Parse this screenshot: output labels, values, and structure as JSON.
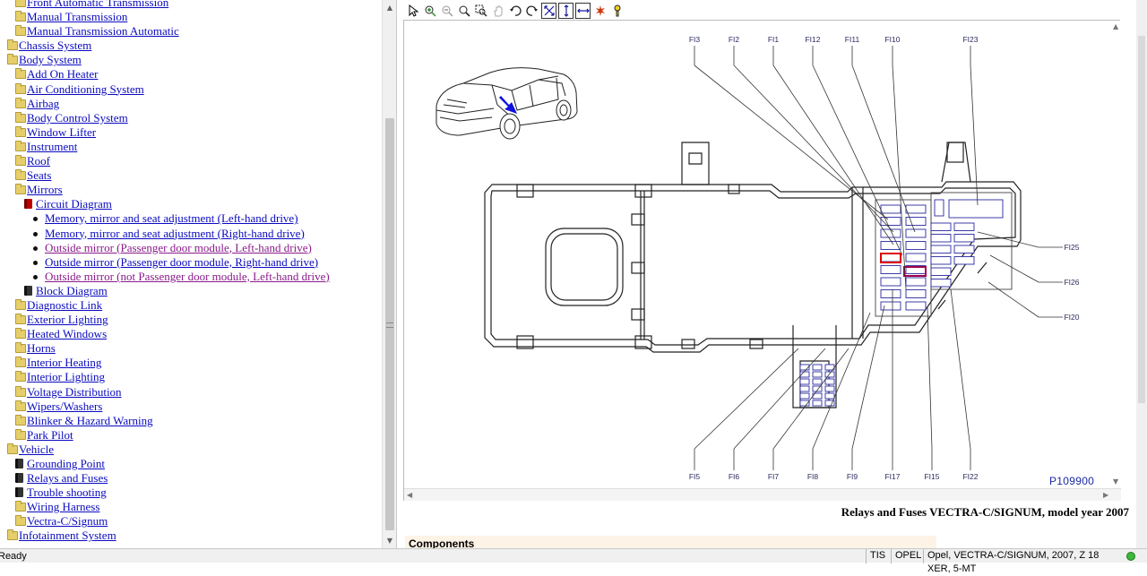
{
  "tree": {
    "items": [
      {
        "label": "Front Automatic Transmission",
        "indent": 2,
        "icon": "folder-icon",
        "visited": false
      },
      {
        "label": "Manual Transmission",
        "indent": 2,
        "icon": "folder-icon",
        "visited": false
      },
      {
        "label": "Manual Transmission Automatic",
        "indent": 2,
        "icon": "folder-icon",
        "visited": false
      },
      {
        "label": "Chassis System",
        "indent": 1,
        "icon": "folder-icon",
        "visited": false
      },
      {
        "label": "Body System",
        "indent": 1,
        "icon": "folder-open-icon",
        "visited": false
      },
      {
        "label": "Add On Heater",
        "indent": 2,
        "icon": "folder-icon",
        "visited": false
      },
      {
        "label": "Air Conditioning System",
        "indent": 2,
        "icon": "folder-icon",
        "visited": false
      },
      {
        "label": "Airbag",
        "indent": 2,
        "icon": "folder-icon",
        "visited": false
      },
      {
        "label": "Body Control System",
        "indent": 2,
        "icon": "folder-icon",
        "visited": false
      },
      {
        "label": "Window Lifter",
        "indent": 2,
        "icon": "folder-icon",
        "visited": false
      },
      {
        "label": "Instrument",
        "indent": 2,
        "icon": "folder-icon",
        "visited": false
      },
      {
        "label": "Roof",
        "indent": 2,
        "icon": "folder-icon",
        "visited": false
      },
      {
        "label": "Seats",
        "indent": 2,
        "icon": "folder-icon",
        "visited": false
      },
      {
        "label": "Mirrors",
        "indent": 2,
        "icon": "folder-open-icon",
        "visited": false
      },
      {
        "label": "Circuit Diagram",
        "indent": 3,
        "icon": "book-open-icon",
        "visited": false
      },
      {
        "label": "Memory, mirror and seat adjustment (Left-hand drive)",
        "indent": 4,
        "icon": "bullet-icon",
        "visited": false
      },
      {
        "label": "Memory, mirror and seat adjustment (Right-hand drive)",
        "indent": 4,
        "icon": "bullet-icon",
        "visited": false
      },
      {
        "label": "Outside mirror (Passenger door module, Left-hand drive)",
        "indent": 4,
        "icon": "bullet-icon",
        "visited": true
      },
      {
        "label": "Outside mirror (Passenger door module, Right-hand drive)",
        "indent": 4,
        "icon": "bullet-icon",
        "visited": false
      },
      {
        "label": "Outside mirror (not Passenger door module, Left-hand drive)",
        "indent": 4,
        "icon": "bullet-icon",
        "visited": true
      },
      {
        "label": "Block Diagram",
        "indent": 3,
        "icon": "book-icon",
        "visited": false
      },
      {
        "label": "Diagnostic Link",
        "indent": 2,
        "icon": "folder-icon",
        "visited": false
      },
      {
        "label": "Exterior Lighting",
        "indent": 2,
        "icon": "folder-icon",
        "visited": false
      },
      {
        "label": "Heated Windows",
        "indent": 2,
        "icon": "folder-icon",
        "visited": false
      },
      {
        "label": "Horns",
        "indent": 2,
        "icon": "folder-icon",
        "visited": false
      },
      {
        "label": "Interior Heating",
        "indent": 2,
        "icon": "folder-icon",
        "visited": false
      },
      {
        "label": "Interior Lighting",
        "indent": 2,
        "icon": "folder-icon",
        "visited": false
      },
      {
        "label": "Voltage Distribution",
        "indent": 2,
        "icon": "folder-icon",
        "visited": false
      },
      {
        "label": "Wipers/Washers",
        "indent": 2,
        "icon": "folder-icon",
        "visited": false
      },
      {
        "label": "Blinker & Hazard Warning",
        "indent": 2,
        "icon": "folder-icon",
        "visited": false
      },
      {
        "label": "Park Pilot",
        "indent": 2,
        "icon": "folder-icon",
        "visited": false
      },
      {
        "label": "Vehicle",
        "indent": 1,
        "icon": "folder-open-icon",
        "visited": false
      },
      {
        "label": "Grounding Point",
        "indent": 2,
        "icon": "book-icon",
        "visited": false
      },
      {
        "label": "Relays and Fuses",
        "indent": 2,
        "icon": "book-icon",
        "visited": false
      },
      {
        "label": "Trouble shooting",
        "indent": 2,
        "icon": "book-icon",
        "visited": false
      },
      {
        "label": "Wiring Harness",
        "indent": 2,
        "icon": "folder-icon",
        "visited": false
      },
      {
        "label": "Vectra-C/Signum",
        "indent": 2,
        "icon": "folder-icon",
        "visited": false
      },
      {
        "label": "Infotainment System",
        "indent": 1,
        "icon": "folder-icon",
        "visited": false
      }
    ]
  },
  "toolbar": {
    "tools": [
      {
        "name": "select-pointer-tool",
        "icon": "arrow-pointer-icon"
      },
      {
        "name": "zoom-in-tool",
        "icon": "zoom-in-icon"
      },
      {
        "name": "zoom-out-tool",
        "icon": "zoom-out-icon"
      },
      {
        "name": "zoom-tool",
        "icon": "magnifier-icon"
      },
      {
        "name": "zoom-window-tool",
        "icon": "zoom-window-icon"
      },
      {
        "name": "pan-tool",
        "icon": "hand-icon"
      },
      {
        "name": "rotate-left-tool",
        "icon": "rotate-left-icon"
      },
      {
        "name": "rotate-right-tool",
        "icon": "rotate-right-icon"
      },
      {
        "name": "fit-window-tool",
        "icon": "fit-window-icon"
      },
      {
        "name": "fit-height-tool",
        "icon": "fit-height-icon"
      },
      {
        "name": "fit-width-tool",
        "icon": "fit-width-icon"
      },
      {
        "name": "highlight-tool",
        "icon": "highlight-icon"
      },
      {
        "name": "help-tool",
        "icon": "help-icon"
      }
    ]
  },
  "diagram": {
    "top_labels": [
      "FI3",
      "FI2",
      "FI1",
      "FI12",
      "FI11",
      "FI10",
      "FI23"
    ],
    "bottom_labels": [
      "FI5",
      "FI6",
      "FI7",
      "FI8",
      "FI9",
      "FI17",
      "FI15",
      "FI22"
    ],
    "right_labels": [
      "FI25",
      "FI26",
      "FI20"
    ],
    "drawing_id": "P109900"
  },
  "caption": "Relays and Fuses VECTRA-C/SIGNUM, model year 2007",
  "components_title": "Components",
  "status": {
    "left_text": "Ready",
    "cells": [
      "TIS",
      "OPEL",
      "Opel, VECTRA-C/SIGNUM, 2007, Z 18 XER, 5-MT"
    ],
    "led_color": "#3cb83c"
  }
}
